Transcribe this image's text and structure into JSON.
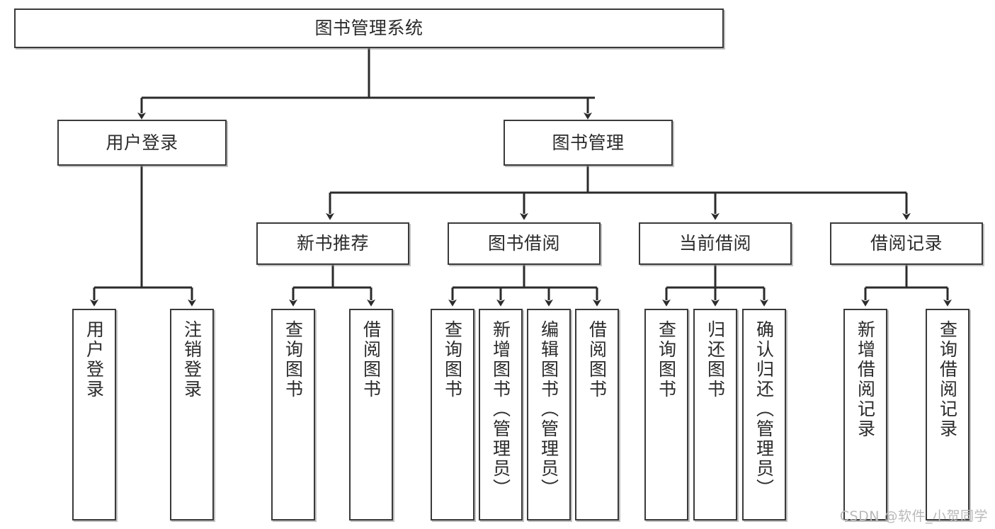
{
  "diagram": {
    "title": "图书管理系统",
    "type": "tree-hierarchy-diagram",
    "colors": {
      "node_border": "#3a3a3a",
      "node_fill": "#ffffff",
      "connector": "#2b2b2b",
      "text": "#2b2b2b",
      "watermark": "#b9b9b9",
      "background": "#ffffff"
    },
    "root": {
      "label": "图书管理系统"
    },
    "level2": [
      {
        "label": "用户登录"
      },
      {
        "label": "图书管理"
      }
    ],
    "level3": [
      {
        "label": "新书推荐"
      },
      {
        "label": "图书借阅"
      },
      {
        "label": "当前借阅"
      },
      {
        "label": "借阅记录"
      }
    ],
    "leaves": {
      "user_login": [
        {
          "label": "用户登录"
        },
        {
          "label": "注销登录"
        }
      ],
      "new_book": [
        {
          "label": "查询图书"
        },
        {
          "label": "借阅图书"
        }
      ],
      "book_borrow": [
        {
          "label": "查询图书"
        },
        {
          "label": "新增图书（管理员）"
        },
        {
          "label": "编辑图书（管理员）"
        },
        {
          "label": "借阅图书"
        }
      ],
      "current_borrow": [
        {
          "label": "查询图书"
        },
        {
          "label": "归还图书"
        },
        {
          "label": "确认归还（管理员）"
        }
      ],
      "borrow_record": [
        {
          "label": "新增借阅记录"
        },
        {
          "label": "查询借阅记录"
        }
      ]
    },
    "watermark": "CSDN @软件_小贺同学"
  }
}
